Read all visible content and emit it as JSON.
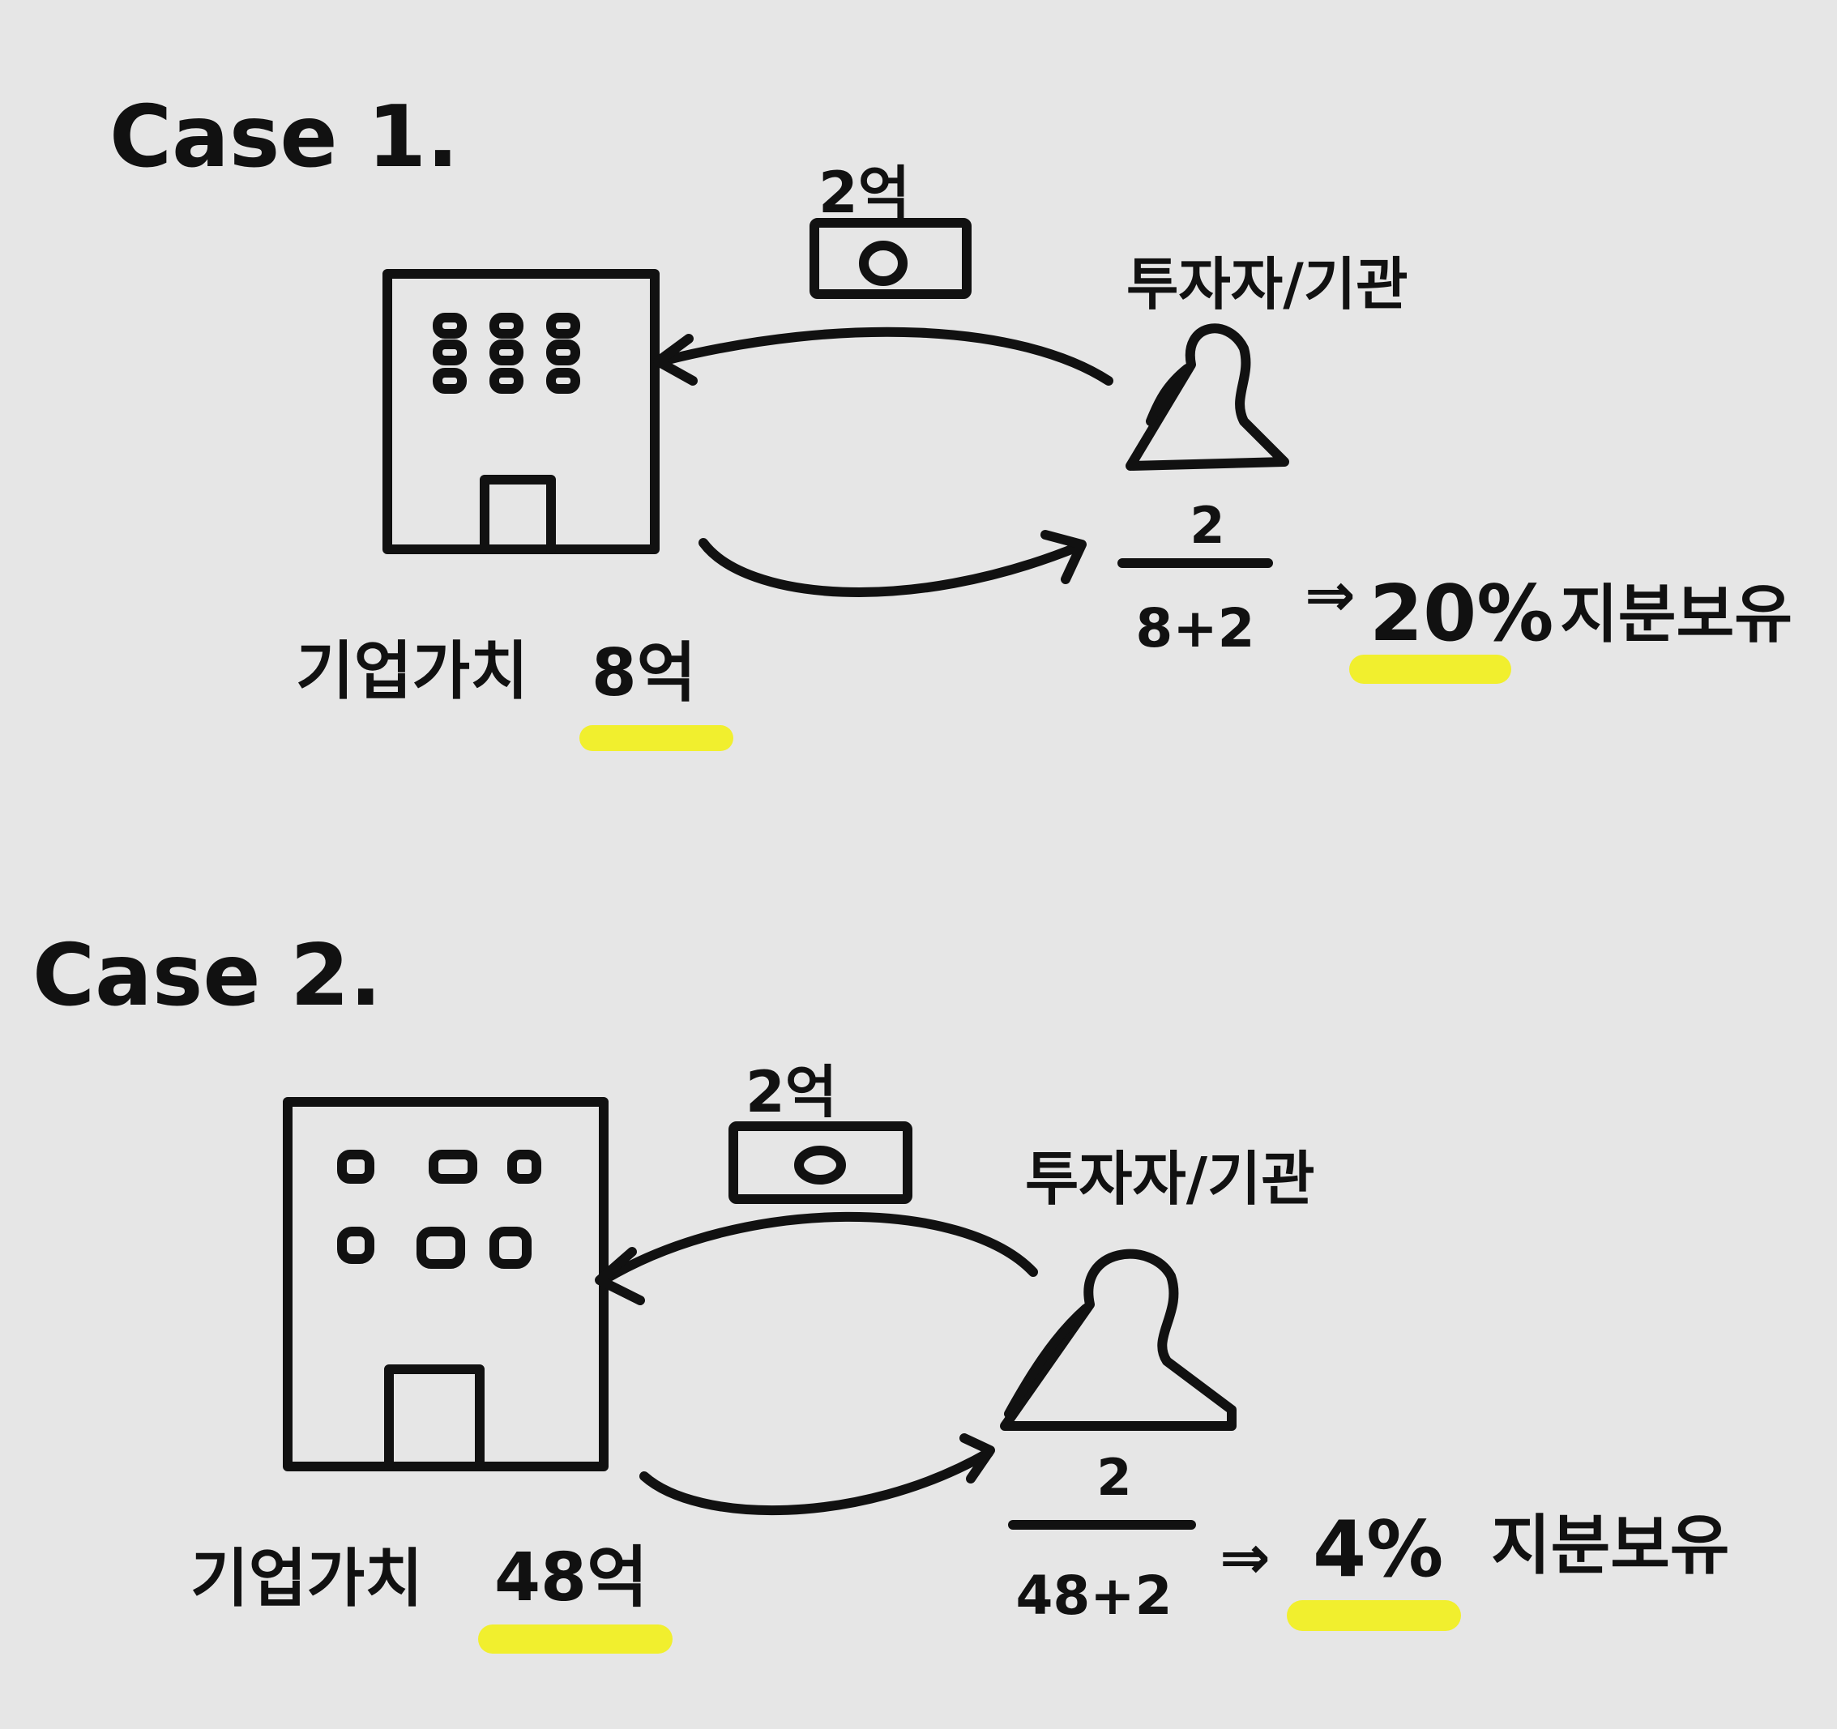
{
  "cases": [
    {
      "title": "Case 1.",
      "investment": "2억",
      "investor_label": "투자자/기관",
      "company_label": "기업가치",
      "company_value": "8억",
      "fraction_numerator": "2",
      "fraction_denominator": "8+2",
      "arrow_symbol": "⇒",
      "equity_percent": "20%",
      "equity_label": "지분보유"
    },
    {
      "title": "Case 2.",
      "investment": "2억",
      "investor_label": "투자자/기관",
      "company_label": "기업가치",
      "company_value": "48억",
      "fraction_numerator": "2",
      "fraction_denominator": "48+2",
      "arrow_symbol": "⇒",
      "equity_percent": "4%",
      "equity_label": "지분보유"
    }
  ],
  "colors": {
    "ink": "#111111",
    "highlight": "#f1ef2e",
    "paper": "#e6e6e6"
  }
}
